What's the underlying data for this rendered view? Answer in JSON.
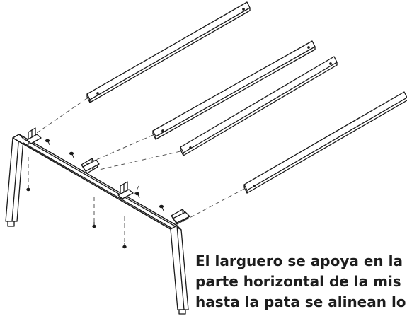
{
  "caption": {
    "lines": [
      "El larguero se apoya en la",
      "parte horizontal de la mis",
      "hasta la pata se alinean lo"
    ]
  },
  "colors": {
    "stroke": "#1a1a1a",
    "dashed": "#555555",
    "fill": "#ffffff",
    "text": "#1d1d1d"
  }
}
